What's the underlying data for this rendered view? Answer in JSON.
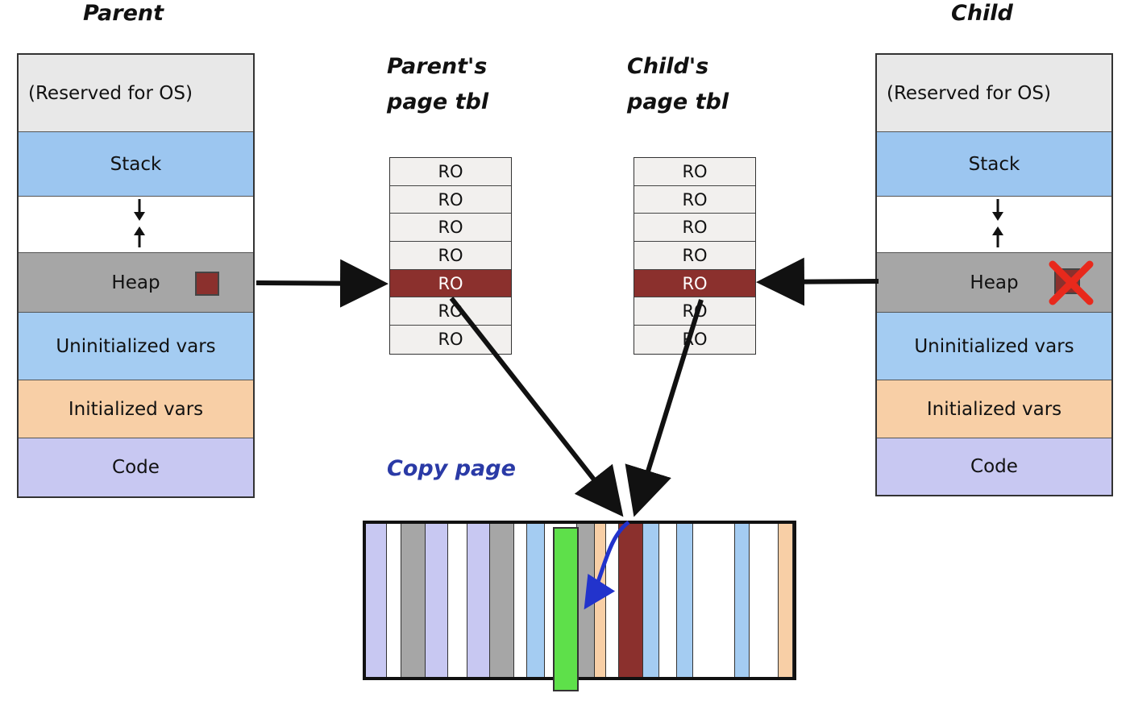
{
  "parent": {
    "label": "Parent",
    "segments": {
      "reserved": "(Reserved for OS)",
      "stack": "Stack",
      "heap": "Heap",
      "uninit": "Uninitialized vars",
      "init": "Initialized vars",
      "code": "Code"
    }
  },
  "child": {
    "label": "Child",
    "segments": {
      "reserved": "(Reserved for OS)",
      "stack": "Stack",
      "heap": "Heap",
      "uninit": "Uninitialized vars",
      "init": "Initialized vars",
      "code": "Code"
    }
  },
  "parent_page_table": {
    "label_line1": "Parent's",
    "label_line2": "page tbl",
    "rows": [
      "RO",
      "RO",
      "RO",
      "RO",
      "RO",
      "RO",
      "RO"
    ]
  },
  "child_page_table": {
    "label_line1": "Child's",
    "label_line2": "page tbl",
    "rows": [
      "RO",
      "RO",
      "RO",
      "RO",
      "RO",
      "RO",
      "RO"
    ]
  },
  "copy_label": "Copy page",
  "colors": {
    "page_highlight": "#8b302d",
    "copied_page": "#5ee04a",
    "copy_arrow": "#2233cc",
    "invalid_mark": "#e8291c"
  }
}
